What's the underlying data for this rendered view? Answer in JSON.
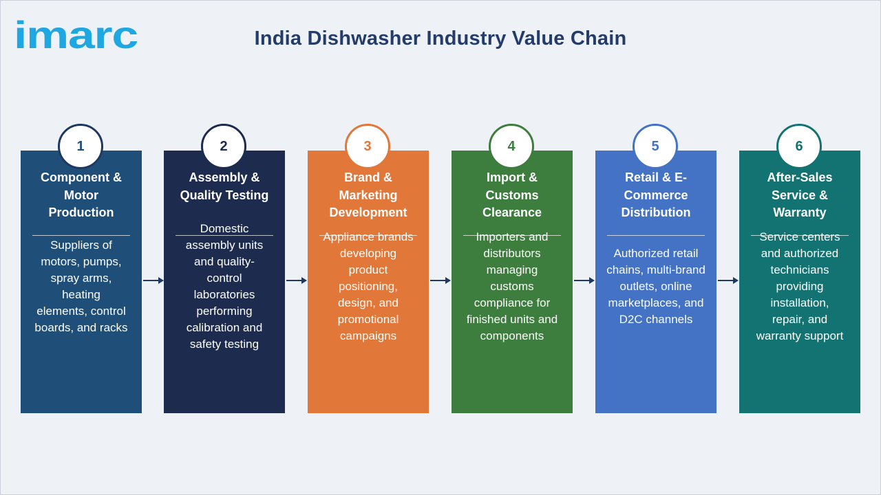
{
  "brand": {
    "logo_text": "imarc"
  },
  "title": "India Dishwasher Industry Value Chain",
  "steps": [
    {
      "number": "1",
      "heading": [
        "Component &",
        "Motor",
        "Production"
      ],
      "description": [
        "Suppliers of",
        "motors, pumps,",
        "spray arms,",
        "heating",
        "elements, control",
        "boards, and racks"
      ],
      "color": "#1f4e79",
      "accent": "#1f4e79"
    },
    {
      "number": "2",
      "heading": [
        "Assembly &",
        "Quality Testing"
      ],
      "description": [
        "Domestic",
        "assembly units",
        "and quality-",
        "control",
        "laboratories",
        "performing",
        "calibration and",
        "safety testing"
      ],
      "color": "#1c2b4e",
      "accent": "#1c2b4e"
    },
    {
      "number": "3",
      "heading": [
        "Brand &",
        "Marketing",
        "Development"
      ],
      "description": [
        "Appliance brands",
        "developing",
        "product",
        "positioning,",
        "design, and",
        "promotional",
        "campaigns"
      ],
      "color": "#e2773a",
      "accent": "#e2773a"
    },
    {
      "number": "4",
      "heading": [
        "Import &",
        "Customs",
        "Clearance"
      ],
      "description": [
        "Importers and",
        "distributors",
        "managing",
        "customs",
        "compliance for",
        "finished units and",
        "components"
      ],
      "color": "#3d7d3e",
      "accent": "#3d7d3e"
    },
    {
      "number": "5",
      "heading": [
        "Retail & E-",
        "Commerce",
        "Distribution"
      ],
      "description": [
        "Authorized retail",
        "chains, multi-brand",
        "outlets, online",
        "marketplaces, and",
        "D2C channels"
      ],
      "color": "#4472c4",
      "accent": "#4472c4"
    },
    {
      "number": "6",
      "heading": [
        "After-Sales",
        "Service &",
        "Warranty"
      ],
      "description": [
        "Service centers",
        "and authorized",
        "technicians",
        "providing",
        "installation,",
        "repair, and",
        "warranty support"
      ],
      "color": "#137272",
      "accent": "#137272"
    }
  ]
}
